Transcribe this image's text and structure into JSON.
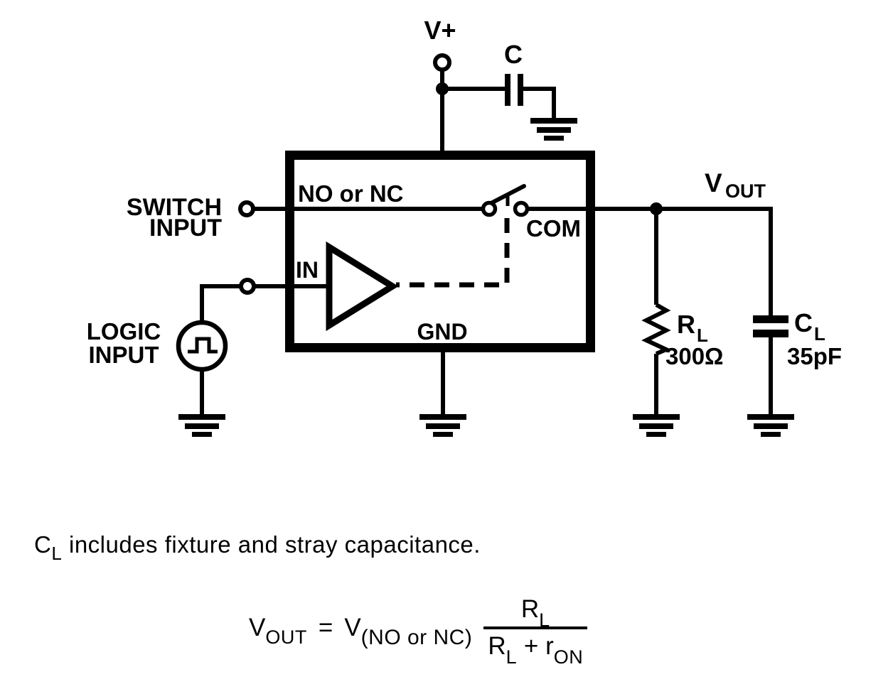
{
  "colors": {
    "ink": "#000000",
    "paper": "#ffffff"
  },
  "schematic": {
    "supply_label": "V+",
    "bypass_capacitor_label": "C",
    "switch_input_label": {
      "line1": "SWITCH",
      "line2": "INPUT"
    },
    "logic_input_label": {
      "line1": "LOGIC",
      "line2": "INPUT"
    },
    "ic": {
      "switch_pin": "NO or NC",
      "common_pin": "COM",
      "logic_pin": "IN",
      "ground_pin": "GND"
    },
    "output_label": {
      "main": "V",
      "sub": "OUT"
    },
    "load_resistor": {
      "ref_main": "R",
      "ref_sub": "L",
      "value": "300Ω"
    },
    "load_capacitor": {
      "ref_main": "C",
      "ref_sub": "L",
      "value": "35pF"
    }
  },
  "note": {
    "ref_main": "C",
    "ref_sub": "L",
    "text": " includes fixture and stray capacitance."
  },
  "formula": {
    "lhs_main": "V",
    "lhs_sub": "OUT",
    "equals": "=",
    "rhs_main": "V",
    "rhs_sub": "(NO or NC)",
    "numerator": {
      "main": "R",
      "sub": "L"
    },
    "denominator": {
      "r_main": "R",
      "r_sub": "L",
      "plus": "+",
      "ron_main": "r",
      "ron_sub": "ON"
    }
  }
}
